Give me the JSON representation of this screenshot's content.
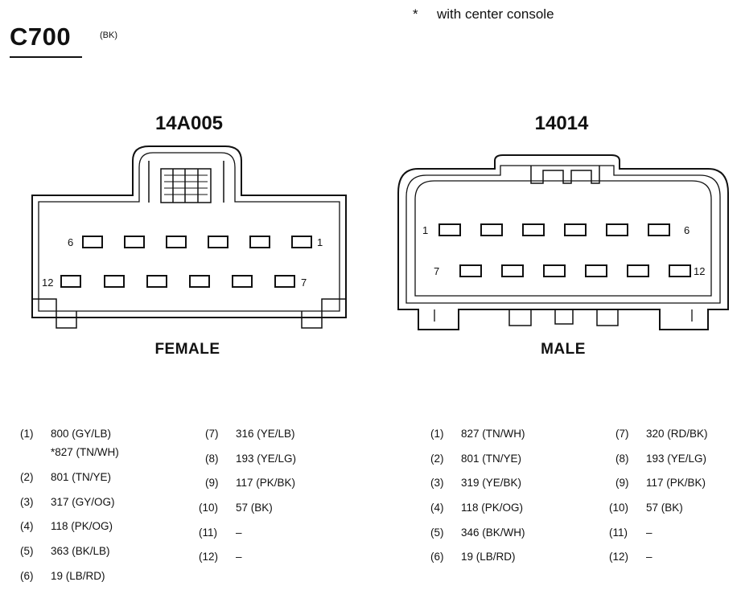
{
  "header": {
    "connector_id": "C700",
    "connector_color": "(BK)",
    "footnote_marker": "*",
    "footnote_text": "with center console"
  },
  "female": {
    "part_number": "14A005",
    "label": "FEMALE",
    "pin_labels": {
      "top_left": "6",
      "top_right": "1",
      "bottom_left": "12",
      "bottom_right": "7"
    },
    "pins_col1": [
      {
        "num": "(1)",
        "text": "800 (GY/LB)",
        "sub": "*827 (TN/WH)"
      },
      {
        "num": "(2)",
        "text": "801 (TN/YE)"
      },
      {
        "num": "(3)",
        "text": "317 (GY/OG)"
      },
      {
        "num": "(4)",
        "text": "118 (PK/OG)"
      },
      {
        "num": "(5)",
        "text": "363 (BK/LB)"
      },
      {
        "num": "(6)",
        "text": "19 (LB/RD)"
      }
    ],
    "pins_col2": [
      {
        "num": "(7)",
        "text": "316 (YE/LB)"
      },
      {
        "num": "(8)",
        "text": "193 (YE/LG)"
      },
      {
        "num": "(9)",
        "text": "117 (PK/BK)"
      },
      {
        "num": "(10)",
        "text": "57 (BK)"
      },
      {
        "num": "(11)",
        "text": "–"
      },
      {
        "num": "(12)",
        "text": "–"
      }
    ]
  },
  "male": {
    "part_number": "14014",
    "label": "MALE",
    "pin_labels": {
      "top_left": "1",
      "top_right": "6",
      "bottom_left": "7",
      "bottom_right": "12"
    },
    "pins_col1": [
      {
        "num": "(1)",
        "text": "827 (TN/WH)"
      },
      {
        "num": "(2)",
        "text": "801 (TN/YE)"
      },
      {
        "num": "(3)",
        "text": "319 (YE/BK)"
      },
      {
        "num": "(4)",
        "text": "118 (PK/OG)"
      },
      {
        "num": "(5)",
        "text": "346 (BK/WH)"
      },
      {
        "num": "(6)",
        "text": "19 (LB/RD)"
      }
    ],
    "pins_col2": [
      {
        "num": "(7)",
        "text": "320 (RD/BK)"
      },
      {
        "num": "(8)",
        "text": "193 (YE/LG)"
      },
      {
        "num": "(9)",
        "text": "117 (PK/BK)"
      },
      {
        "num": "(10)",
        "text": "57 (BK)"
      },
      {
        "num": "(11)",
        "text": "–"
      },
      {
        "num": "(12)",
        "text": "–"
      }
    ]
  }
}
